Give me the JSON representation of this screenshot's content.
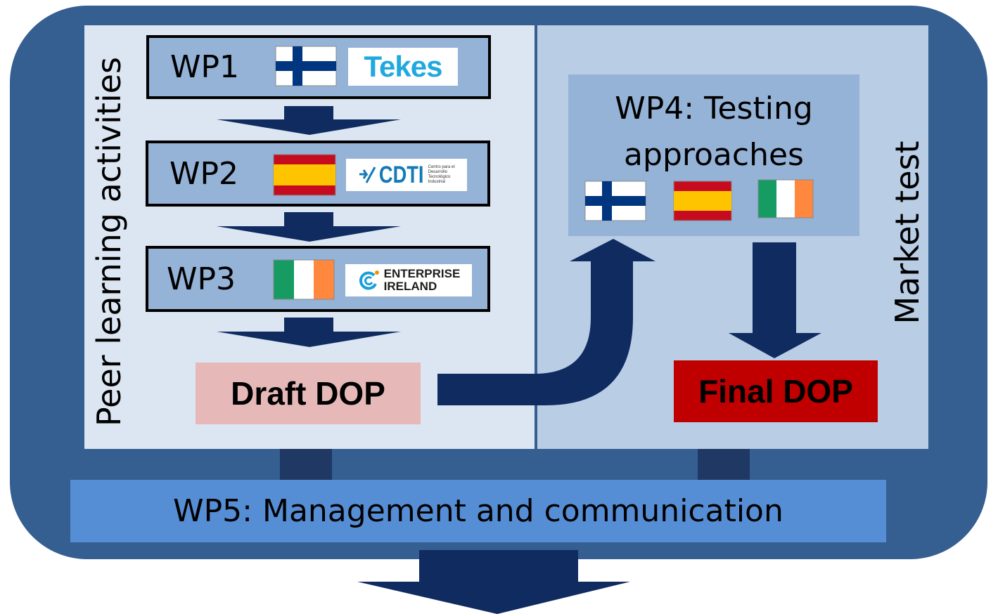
{
  "left_panel": {
    "label": "Peer learning activities"
  },
  "right_panel": {
    "label": "Market test"
  },
  "work_packages": [
    {
      "id": "WP1",
      "label": "WP1",
      "flag": "finland-flag",
      "logo": {
        "name": "tekes-logo",
        "text": "Tekes"
      }
    },
    {
      "id": "WP2",
      "label": "WP2",
      "flag": "spain-flag",
      "logo": {
        "name": "cdti-logo",
        "text": "CDTI",
        "subtext": [
          "Centro para el",
          "Desarrollo",
          "Tecnológico",
          "Industrial"
        ]
      }
    },
    {
      "id": "WP3",
      "label": "WP3",
      "flag": "ireland-flag",
      "logo": {
        "name": "enterprise-ireland-logo",
        "text": [
          "ENTERPRISE",
          "IRELAND"
        ]
      }
    }
  ],
  "wp4": {
    "title_line1": "WP4: Testing",
    "title_line2": "approaches",
    "flags": [
      "finland-flag",
      "spain-flag",
      "ireland-flag"
    ]
  },
  "draft": {
    "label": "Draft DOP"
  },
  "final": {
    "label": "Final DOP"
  },
  "wp5": {
    "label": "WP5:  Management and communication"
  },
  "colors": {
    "outer": "#355e91",
    "left_panel": "#dce6f2",
    "right_panel": "#b9cde5",
    "wp_box": "#95b3d7",
    "arrow": "#0f2b5f",
    "draft_box": "#e6b9b8",
    "final_box": "#c00000",
    "wp5_bar": "#558ed5"
  }
}
